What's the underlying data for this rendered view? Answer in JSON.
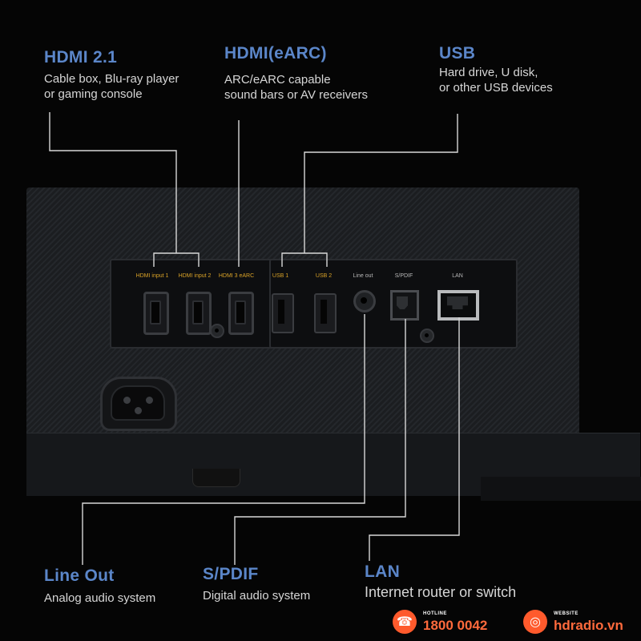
{
  "callouts": {
    "hdmi21": {
      "title": "HDMI 2.1",
      "desc_line1": "Cable box, Blu-ray player",
      "desc_line2": "or gaming console"
    },
    "earc": {
      "title": "HDMI(eARC)",
      "desc_line1": "ARC/eARC capable",
      "desc_line2": "sound bars or AV receivers"
    },
    "usb": {
      "title": "USB",
      "desc_line1": "Hard drive, U disk,",
      "desc_line2": "or other USB devices"
    },
    "lineout": {
      "title": "Line Out",
      "desc_line1": "Analog audio system"
    },
    "spdif": {
      "title": "S/PDIF",
      "desc_line1": "Digital audio system"
    },
    "lan": {
      "title": "LAN",
      "desc_line1": "Internet router or switch"
    }
  },
  "ports": {
    "hdmi1": "HDMI input 1",
    "hdmi2": "HDMI input 2",
    "hdmi3": "HDMI 3 eARC",
    "usb1": "USB 1",
    "usb2": "USB 2",
    "lineout": "Line out",
    "spdif": "S/PDIF",
    "lan": "LAN"
  },
  "colors": {
    "title_blue": "#5b86c9",
    "port_label_orange": "#d9a227",
    "port_label_gray": "#b8b8b8",
    "accent_orange": "#ff5a2c",
    "wire": "#d8d8d8"
  },
  "footer": {
    "hotline_label": "HOTLINE",
    "hotline_number": "1800 0042",
    "website_label": "WEBSITE",
    "website_url": "hdradio.vn",
    "phone_icon": "phone-icon",
    "globe_icon": "globe-icon"
  }
}
